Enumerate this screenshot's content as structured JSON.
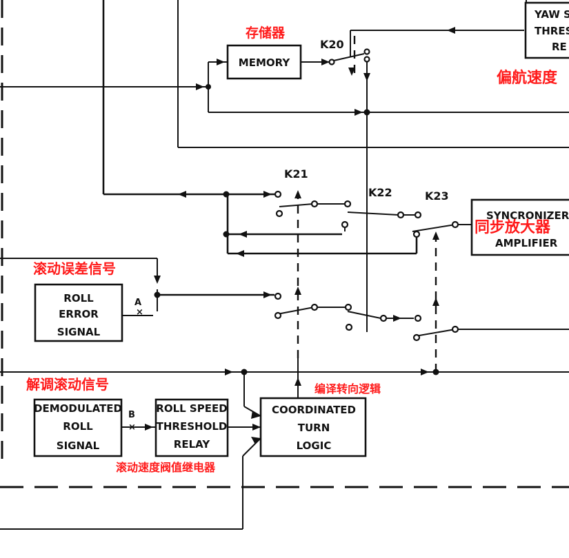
{
  "blocks": {
    "memory": [
      "MEMORY"
    ],
    "yaw": [
      "YAW S",
      "THRES",
      "RE"
    ],
    "synchronizer": [
      "SYNCRONIZER",
      "AMPLIFIER"
    ],
    "roll_error": [
      "ROLL",
      "ERROR",
      "SIGNAL"
    ],
    "demodulated": [
      "DEMODULATED",
      "ROLL",
      "SIGNAL"
    ],
    "roll_speed": [
      "ROLL SPEED",
      "THRESHOLD",
      "RELAY"
    ],
    "coordinated": [
      "COORDINATED",
      "TURN",
      "LOGIC"
    ]
  },
  "switches": {
    "k20": "K20",
    "k21": "K21",
    "k22": "K22",
    "k23": "K23"
  },
  "points": {
    "a": "A",
    "b": "B"
  },
  "chinese_annotations": {
    "memory": "存储器",
    "yaw": "偏航速度",
    "synchronizer": "同步放大器",
    "roll_error": "滚动误差信号",
    "demodulated": "解调滚动信号",
    "coordinated": "编译转向逻辑",
    "roll_speed": "滚动速度阀值继电器"
  },
  "colors": {
    "line": "#111111",
    "annotation": "#ff1a1a"
  }
}
